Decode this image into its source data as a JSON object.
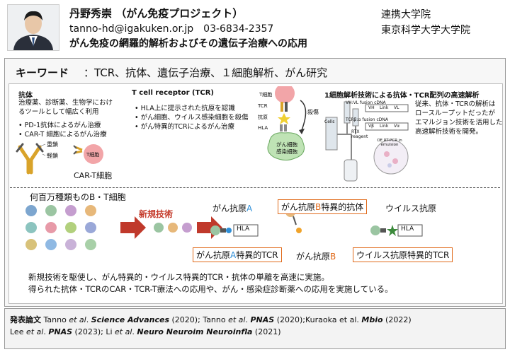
{
  "header": {
    "name": "丹野秀崇 （がん免疫プロジェクト）",
    "contact": "tanno-hd@igakuken.or.jp　03-6834-2357",
    "title": "がん免疫の網羅的解析およびその遺伝子治療への応用",
    "affiliation1": "連携大学院",
    "affiliation2": "東京科学大学大学院"
  },
  "keywords": {
    "label": "キーワード",
    "text": "：TCR、抗体、遺伝子治療、１細胞解析、がん研究"
  },
  "antibody": {
    "title": "抗体",
    "desc1": "治療薬、診断薬、生物学におけ",
    "desc2": "るツールとして幅広く利用",
    "bullets": [
      "PD-1抗体によるがん治療",
      "CAR-T 細胞によるがん治療"
    ],
    "heavy": "重鎖",
    "light": "軽鎖",
    "tcell": "T細胞",
    "cart": "CAR-T細胞"
  },
  "tcr": {
    "title": "T cell receptor (TCR)",
    "bullets": [
      "HLA上に提示された抗原を認識",
      "がん細胞、ウイルス感染細胞を殺傷",
      "がん特異的TCRによるがん治療"
    ],
    "tcell": "T細胞",
    "tcr_label": "TCR",
    "antigen": "抗原",
    "hla": "HLA",
    "kill": "殺傷",
    "target1": "がん細胞",
    "target2": "感染細胞"
  },
  "singlecell": {
    "title": "1細胞解析技術による抗体・TCR配列の高速解析",
    "desc": [
      "従来、抗体・TCRの解析は",
      "ロースループットだったが",
      "エマルジョン技術を活用した",
      "高速解析技術を開発。"
    ],
    "cells": "Cells",
    "rtx": "RTX reagent",
    "oe": "OE RT-PCR in emulsion",
    "vh": "VH:VL fusion cDNA",
    "tcr_fusion": "TCRβ:α fusion cDNA",
    "fusion_parts": [
      "VH",
      "Link",
      "VL"
    ],
    "fusion_parts2": [
      "Vβ",
      "Link",
      "Vα"
    ]
  },
  "lower": {
    "diversity": "何百万種類ものB・T細胞",
    "newtech": "新規技術",
    "cancer_antigen_a_prefix": "がん抗原",
    "a": "A",
    "b": "B",
    "antibody_box_prefix": "がん抗原",
    "antibody_box_suffix": "特異的抗体",
    "virus_antigen": "ウイルス抗原",
    "hla": "HLA",
    "tcr_box_prefix": "がん抗原",
    "tcr_box_suffix": "特異的TCR",
    "cancer_antigen_b_prefix": "がん抗原",
    "virus_tcr_box": "ウイルス抗原特異的TCR",
    "summary1": "新規技術を駆使し、がん特異的・ウイルス特異的TCR・抗体の単離を高速に実施。",
    "summary2": "得られた抗体・TCRのCAR・TCR-T療法への応用や、がん・感染症診断薬への応用を実施している。"
  },
  "footer": {
    "label": "発表論文",
    "line1": [
      {
        "t": " Tanno ",
        "s": "n"
      },
      {
        "t": "et al",
        "s": "i"
      },
      {
        "t": ". ",
        "s": "n"
      },
      {
        "t": "Science Advances",
        "s": "bi"
      },
      {
        "t": " (2020); Tanno ",
        "s": "n"
      },
      {
        "t": "et al",
        "s": "i"
      },
      {
        "t": ". ",
        "s": "n"
      },
      {
        "t": "PNAS",
        "s": "bi"
      },
      {
        "t": " (2020);Kuraoka et al. ",
        "s": "n"
      },
      {
        "t": "Mbio",
        "s": "bi"
      },
      {
        "t": " (2022)",
        "s": "n"
      }
    ],
    "line2": [
      {
        "t": "Lee ",
        "s": "n"
      },
      {
        "t": "et al",
        "s": "i"
      },
      {
        "t": ". ",
        "s": "n"
      },
      {
        "t": "PNAS",
        "s": "bi"
      },
      {
        "t": " (2023); Li ",
        "s": "n"
      },
      {
        "t": "et al",
        "s": "i"
      },
      {
        "t": ". ",
        "s": "n"
      },
      {
        "t": "Neuro Neuroim Neuroinfla",
        "s": "bi"
      },
      {
        "t": " (2021)",
        "s": "n"
      }
    ]
  },
  "colors": {
    "orange": "#e06a1a",
    "red_arrow": "#c0392b",
    "newtech_red": "#c43a2a",
    "antigen_blue": "#2f8fd8",
    "antigen_orange": "#f0a32a",
    "virus_green": "#3c8a3c"
  }
}
